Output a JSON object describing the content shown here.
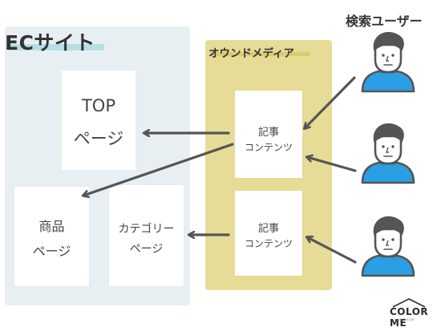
{
  "ec_site": {
    "title": "ECサイト",
    "pages": {
      "top": {
        "line1": "TOP",
        "line2": "ページ"
      },
      "product": {
        "line1": "商品",
        "line2": "ページ"
      },
      "category": {
        "line1": "カテゴリー",
        "line2": "ページ"
      }
    }
  },
  "owned_media": {
    "title": "オウンドメディア",
    "articles": [
      {
        "line1": "記事",
        "line2": "コンテンツ"
      },
      {
        "line1": "記事",
        "line2": "コンテンツ"
      }
    ]
  },
  "search_users": {
    "title": "検索ユーザー",
    "count": 3
  },
  "brand": {
    "name": "COLOR ME",
    "tagline": "by GMOペパボ"
  },
  "colors": {
    "ec_panel": "#e8eff3",
    "media_panel": "#e6dc96",
    "user_shirt": "#2a9fe3",
    "arrow": "#555555",
    "ec_highlight": "#b4e0e5"
  }
}
